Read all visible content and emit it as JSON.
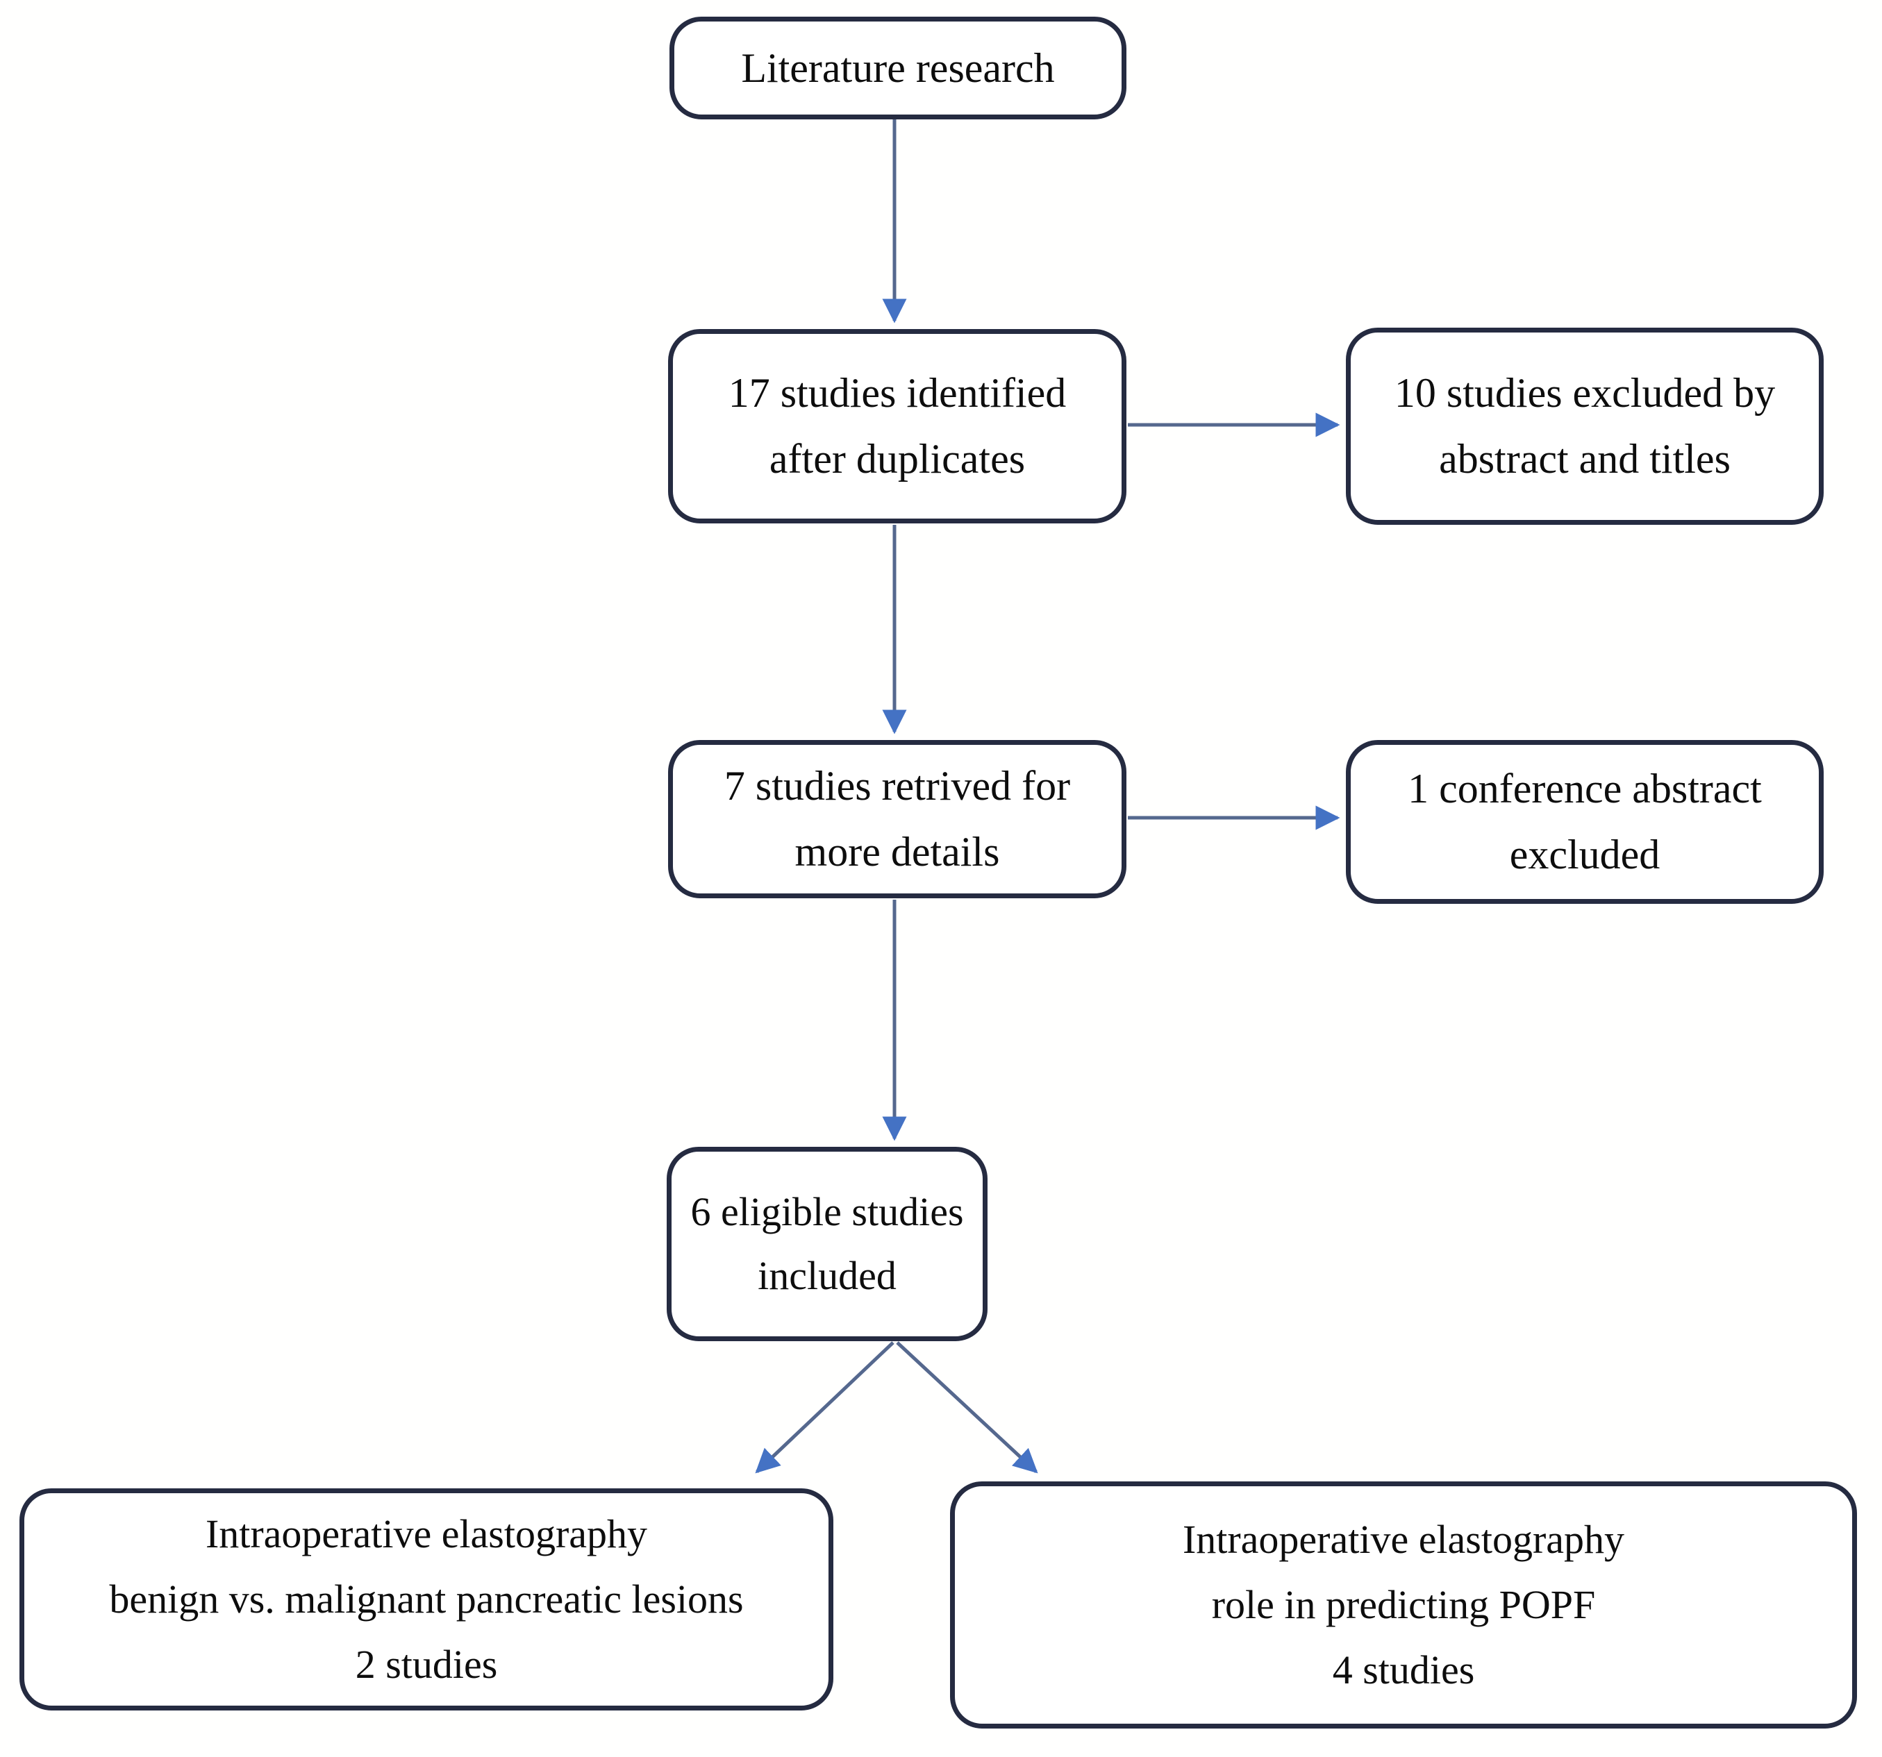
{
  "diagram": {
    "type": "flowchart",
    "title": "Literature selection flow diagram",
    "colors": {
      "node_border": "#252B41",
      "node_fill": "#FFFFFF",
      "text": "#0D0D0D",
      "connector_line": "#55688E",
      "arrowhead": "#4472C4",
      "background": "#FFFFFE"
    },
    "nodes": [
      {
        "id": "literature-research",
        "lines": [
          "Literature research"
        ]
      },
      {
        "id": "identified-after-duplicates",
        "lines": [
          "17 studies identified",
          "after duplicates"
        ]
      },
      {
        "id": "excluded-abstract-titles",
        "lines": [
          "10 studies excluded by",
          "abstract and titles"
        ]
      },
      {
        "id": "retrieved-more-details",
        "lines": [
          "7 studies retrived for",
          "more details"
        ]
      },
      {
        "id": "conference-abstract-excluded",
        "lines": [
          "1 conference abstract",
          "excluded"
        ]
      },
      {
        "id": "eligible-included",
        "lines": [
          "6 eligible studies",
          "included"
        ]
      },
      {
        "id": "benign-vs-malignant",
        "lines": [
          "Intraoperative elastography",
          "benign vs. malignant pancreatic lesions",
          "2 studies"
        ]
      },
      {
        "id": "predicting-popf",
        "lines": [
          "Intraoperative elastography",
          "role in predicting POPF",
          "4 studies"
        ]
      }
    ],
    "edges": [
      {
        "id": "edge-literature-to-identified",
        "from": "literature-research",
        "to": "identified-after-duplicates",
        "direction": "down"
      },
      {
        "id": "edge-identified-to-excluded",
        "from": "identified-after-duplicates",
        "to": "excluded-abstract-titles",
        "direction": "right"
      },
      {
        "id": "edge-identified-to-retrieved",
        "from": "identified-after-duplicates",
        "to": "retrieved-more-details",
        "direction": "down"
      },
      {
        "id": "edge-retrieved-to-conference",
        "from": "retrieved-more-details",
        "to": "conference-abstract-excluded",
        "direction": "right"
      },
      {
        "id": "edge-retrieved-to-eligible",
        "from": "retrieved-more-details",
        "to": "eligible-included",
        "direction": "down"
      },
      {
        "id": "edge-eligible-to-benign",
        "from": "eligible-included",
        "to": "benign-vs-malignant",
        "direction": "down-left"
      },
      {
        "id": "edge-eligible-to-popf",
        "from": "eligible-included",
        "to": "predicting-popf",
        "direction": "down-right"
      }
    ]
  }
}
